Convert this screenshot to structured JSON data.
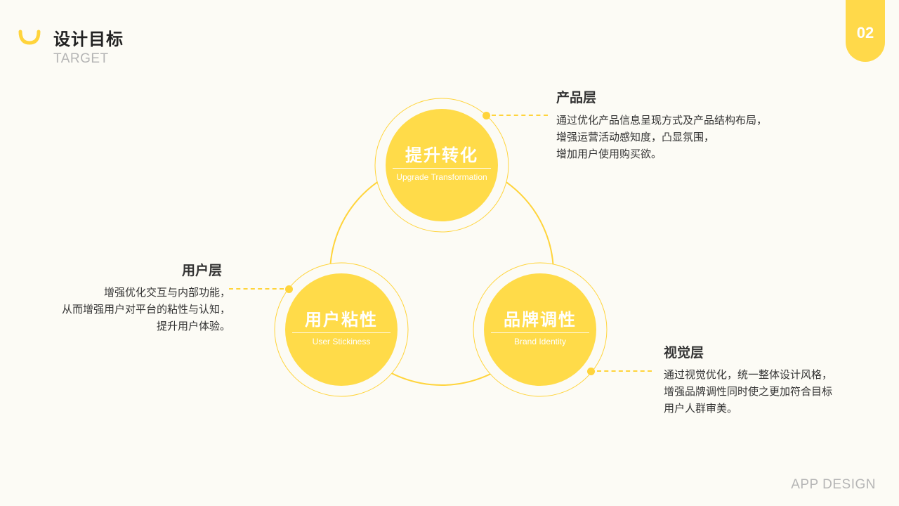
{
  "header": {
    "title": "设计目标",
    "subtitle": "TARGET",
    "page_number": "02"
  },
  "footer": "APP DESIGN",
  "colors": {
    "accent": "#ffd94a",
    "background": "#fcfbf5"
  },
  "nodes": [
    {
      "title": "提升转化",
      "subtitle": "Upgrade Transformation"
    },
    {
      "title": "用户粘性",
      "subtitle": "User Stickiness"
    },
    {
      "title": "品牌调性",
      "subtitle": "Brand Identity"
    }
  ],
  "layers": {
    "product": {
      "title": "产品层",
      "text": "通过优化产品信息呈现方式及产品结构布局，\n增强运营活动感知度，凸显氛围，\n增加用户使用购买欲。"
    },
    "user": {
      "title": "用户层",
      "text": "增强优化交互与内部功能，\n从而增强用户对平台的粘性与认知，\n提升用户体验。"
    },
    "visual": {
      "title": "视觉层",
      "text": "通过视觉优化，统一整体设计风格，\n增强品牌调性同时使之更加符合目标\n用户人群审美。"
    }
  }
}
